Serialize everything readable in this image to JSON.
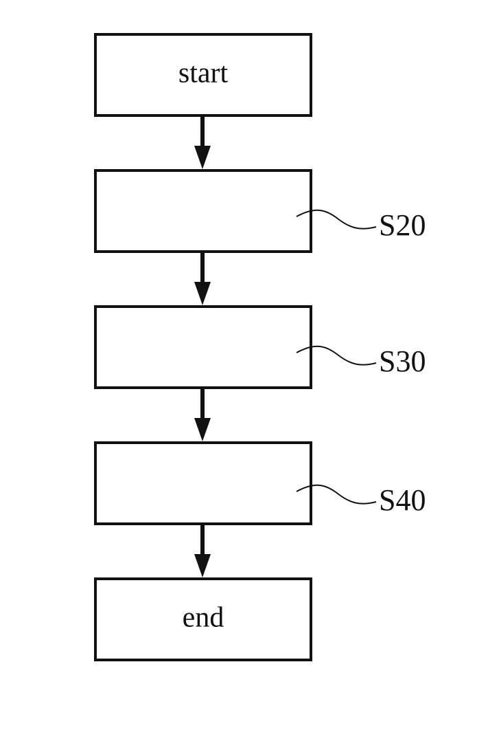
{
  "steps": [
    {
      "id": "start",
      "label": "start",
      "ref": ""
    },
    {
      "id": "s20",
      "label": "",
      "ref": "S20"
    },
    {
      "id": "s30",
      "label": "",
      "ref": "S30"
    },
    {
      "id": "s40",
      "label": "",
      "ref": "S40"
    },
    {
      "id": "end",
      "label": "end",
      "ref": ""
    }
  ],
  "colors": {
    "stroke": "#111111",
    "background": "#ffffff"
  }
}
